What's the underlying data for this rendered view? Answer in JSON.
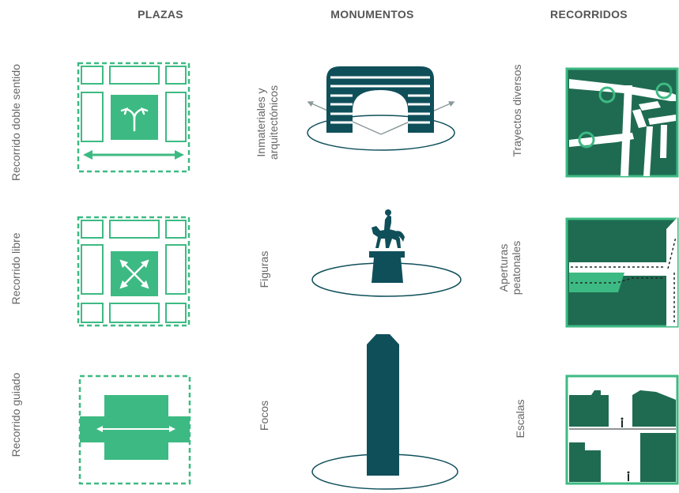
{
  "headers": {
    "plazas": "PLAZAS",
    "monumentos": "MONUMENTOS",
    "recorridos": "RECORRIDOS"
  },
  "plazas_labels": {
    "row1": "Recorrido doble sentido",
    "row2": "Recorrido libre",
    "row3": "Recorrido guiado"
  },
  "monumentos_labels": {
    "row1_line1": "Inmateriales y",
    "row1_line2": "arquitectónicos",
    "row2": "Figuras",
    "row3": "Focos"
  },
  "recorridos_labels": {
    "row1": "Trayectos diversos",
    "row2_line1": "Aperturas",
    "row2_line2": "peatonales",
    "row3": "Escalas"
  },
  "colors": {
    "light_green": "#3dba83",
    "dark_green": "#1f6b52",
    "dark_teal": "#0f4f5a",
    "white": "#ffffff"
  }
}
